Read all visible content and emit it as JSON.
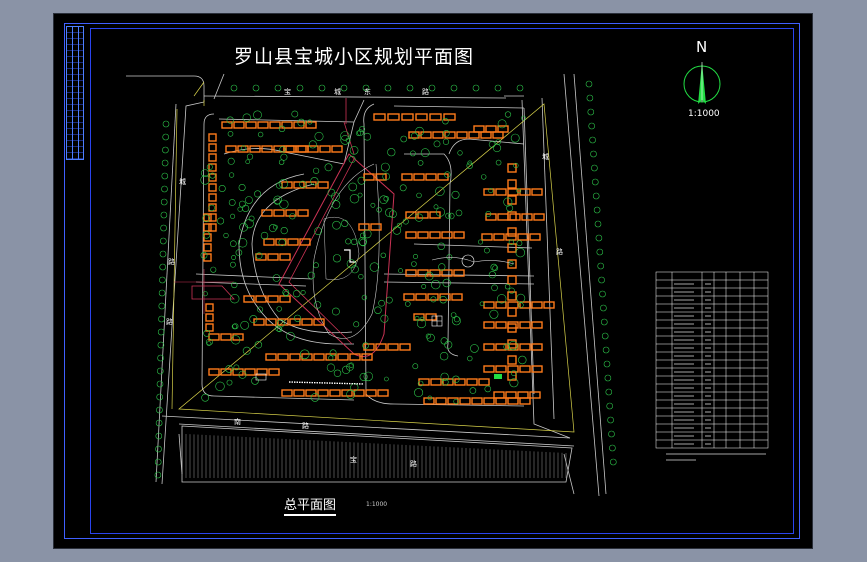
{
  "drawing": {
    "main_title": "罗山县宝城小区规划平面图",
    "plan_title": "总平面图",
    "plan_scale": "1:1000",
    "north": "N",
    "compass_scale": "1:1000"
  },
  "road_labels": {
    "top_1": "宝",
    "top_2": "城",
    "top_3": "东",
    "top_4": "路",
    "right_1": "城",
    "right_2": "路",
    "left_1": "城",
    "left_2": "路",
    "left_3": "路",
    "bottom_1": "南",
    "bottom_2": "路",
    "bottom_3": "宝",
    "bottom_4": "路"
  },
  "colors": {
    "background": "#000000",
    "frame": "#3f5fff",
    "buildings": "#ff7a1a",
    "trees": "#2dc44a",
    "roads": "#c9c9c9",
    "site_boundary": "#d8d24a",
    "main_axis": "#cc3355",
    "compass": "#22dd44"
  },
  "icons": {
    "compass": "north-arrow-icon",
    "trees": "tree-icon"
  }
}
